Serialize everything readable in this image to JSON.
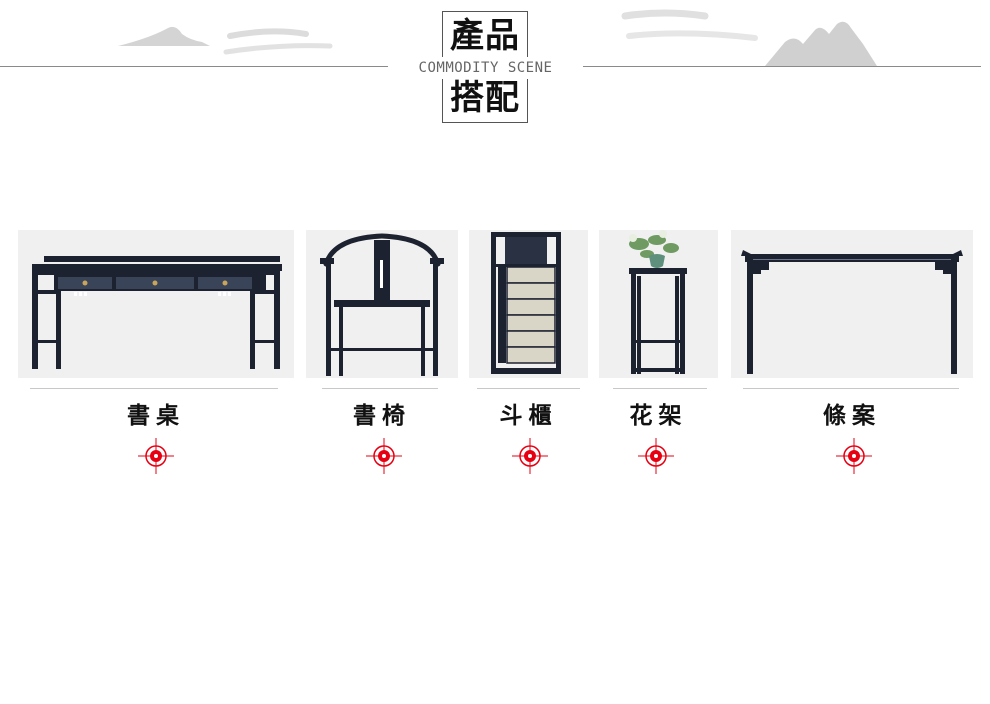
{
  "header": {
    "title_line1": "產品",
    "title_line2": "搭配",
    "subtitle": "COMMODITY SCENE"
  },
  "products": [
    {
      "name": "書桌",
      "image_icon": "desk-icon"
    },
    {
      "name": "書椅",
      "image_icon": "chair-icon"
    },
    {
      "name": "斗櫃",
      "image_icon": "drawer-cabinet-icon"
    },
    {
      "name": "花架",
      "image_icon": "flower-stand-icon"
    },
    {
      "name": "條案",
      "image_icon": "console-table-icon"
    }
  ],
  "colors": {
    "accent_red": "#e60012",
    "furniture": "#1c2230",
    "card_bg": "#f0f0f0",
    "rule": "#8a8a8a"
  }
}
